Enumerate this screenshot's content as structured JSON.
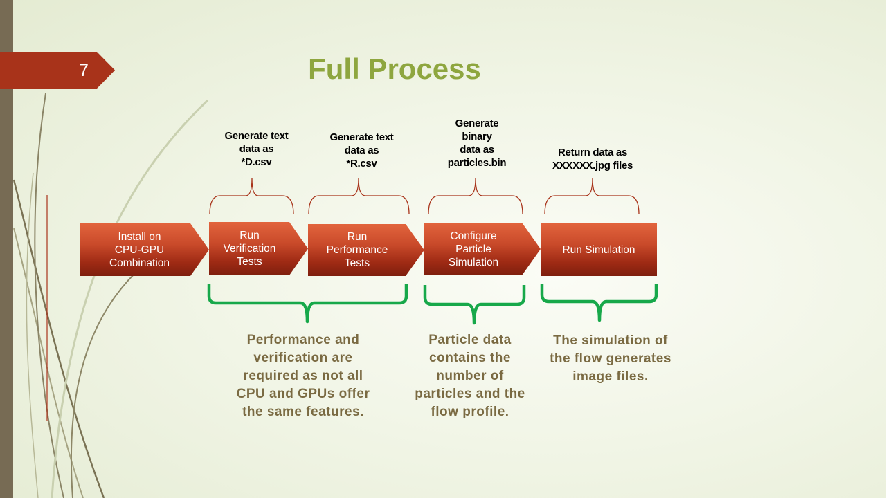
{
  "slide": {
    "number": "7",
    "title": "Full Process"
  },
  "steps": [
    {
      "lines": [
        "Install on",
        "CPU-GPU",
        "Combination"
      ]
    },
    {
      "lines": [
        "Run",
        "Verification",
        "Tests"
      ]
    },
    {
      "lines": [
        "Run",
        "Performance",
        "Tests"
      ]
    },
    {
      "lines": [
        "Configure",
        "Particle",
        "Simulation"
      ]
    },
    {
      "lines": [
        "Run Simulation"
      ]
    }
  ],
  "outputs": [
    {
      "lines": [
        "Generate text",
        "data as",
        "*D.csv"
      ]
    },
    {
      "lines": [
        "Generate text",
        "data as",
        "*R.csv"
      ]
    },
    {
      "lines": [
        "Generate",
        "binary",
        "data as",
        "particles.bin"
      ]
    },
    {
      "lines": [
        "Return data as",
        "XXXXXX.jpg files"
      ]
    }
  ],
  "notes": [
    {
      "lines": [
        "Performance and",
        "verification are",
        "required as not all",
        "CPU and GPUs offer",
        "the same features."
      ]
    },
    {
      "lines": [
        "Particle data",
        "contains the",
        "number of",
        "particles and the",
        "flow profile."
      ]
    },
    {
      "lines": [
        "The simulation of",
        "the flow generates",
        "image files."
      ]
    }
  ],
  "colors": {
    "accent_tab": "#a8331a",
    "title": "#8ea63f",
    "brace_green": "#17a84a",
    "note_text": "#7a6a42"
  }
}
